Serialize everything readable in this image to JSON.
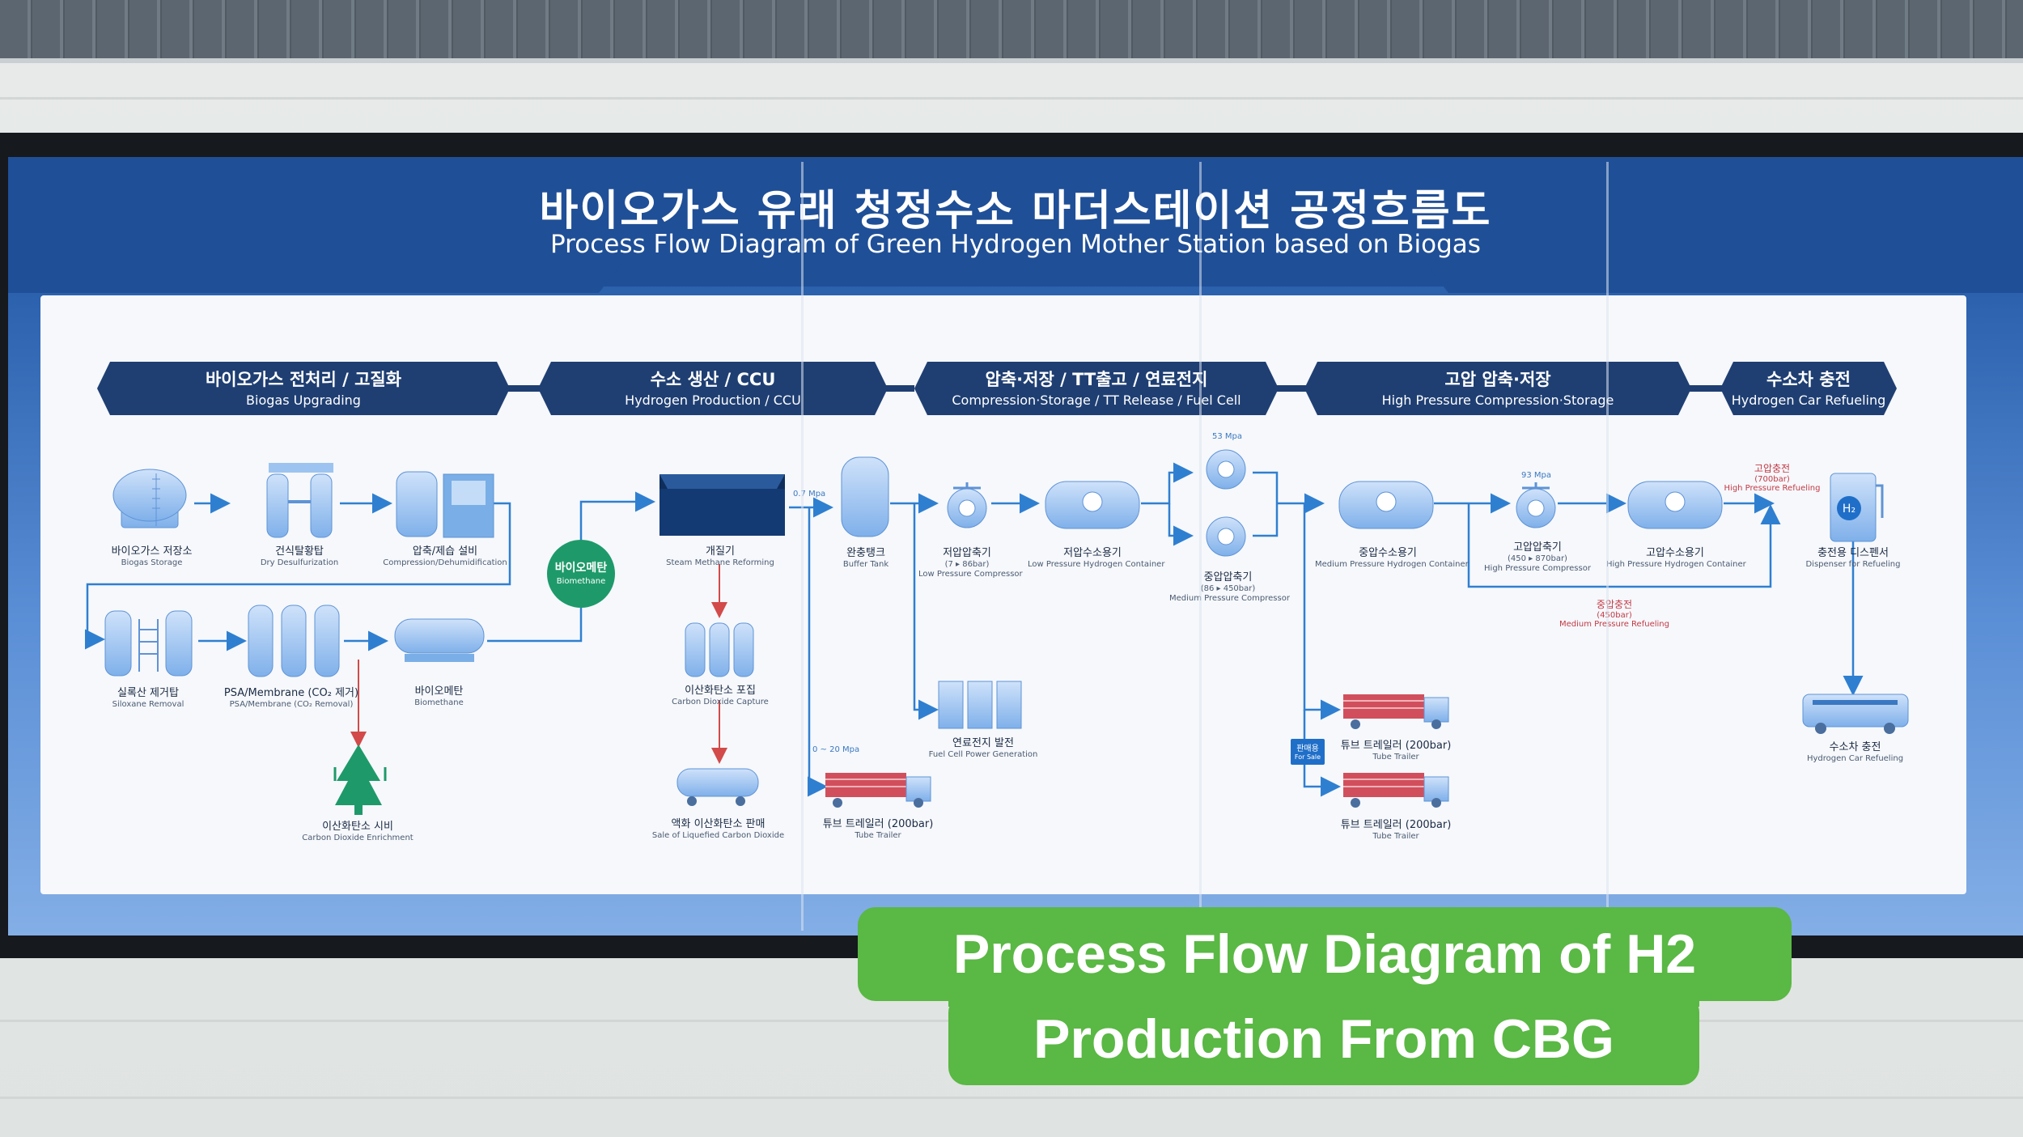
{
  "header": {
    "title_ko": "바이오가스 유래 청정수소 마더스테이션 공정흐름도",
    "title_en": "Process Flow Diagram of Green Hydrogen Mother Station based on Biogas"
  },
  "stages": [
    {
      "ko": "바이오가스 전처리 / 고질화",
      "en": "Biogas Upgrading"
    },
    {
      "ko": "수소 생산 / CCU",
      "en": "Hydrogen Production / CCU"
    },
    {
      "ko": "압축·저장 / TT출고 / 연료전지",
      "en": "Compression·Storage / TT Release / Fuel Cell"
    },
    {
      "ko": "고압 압축·저장",
      "en": "High Pressure Compression·Storage"
    },
    {
      "ko": "수소차 충전",
      "en": "Hydrogen Car Refueling"
    }
  ],
  "units": {
    "biogas_storage": {
      "ko": "바이오가스 저장소",
      "en": "Biogas Storage"
    },
    "dry_desulfurization": {
      "ko": "건식탈황탑",
      "en": "Dry Desulfurization"
    },
    "compression_dehumid": {
      "ko": "압축/제습 설비",
      "en": "Compression/Dehumidification"
    },
    "siloxane_removal": {
      "ko": "실록산 제거탑",
      "en": "Siloxane Removal"
    },
    "psa_membrane": {
      "ko": "PSA/Membrane (CO₂ 제거)",
      "en": "PSA/Membrane (CO₂ Removal)"
    },
    "biomethane": {
      "ko": "바이오메탄",
      "en": "Biomethane"
    },
    "co2_enrichment": {
      "ko": "이산화탄소 시비",
      "en": "Carbon Dioxide Enrichment"
    },
    "smr": {
      "ko": "개질기",
      "en": "Steam Methane Reforming"
    },
    "co2_capture": {
      "ko": "이산화탄소 포집",
      "en": "Carbon Dioxide Capture"
    },
    "lco2_sale": {
      "ko": "액화 이산화탄소 판매",
      "en": "Sale of Liquefied Carbon Dioxide"
    },
    "buffer_tank": {
      "ko": "완충탱크",
      "en": "Buffer Tank"
    },
    "lp_compressor": {
      "ko": "저압압축기",
      "en": "Low Pressure Compressor",
      "range": "(7 ▸ 86bar)"
    },
    "lp_container": {
      "ko": "저압수소용기",
      "en": "Low Pressure Hydrogen Container"
    },
    "fuel_cell": {
      "ko": "연료전지 발전",
      "en": "Fuel Cell Power Generation"
    },
    "tube_trailer_1": {
      "ko": "튜브 트레일러 (200bar)",
      "en": "Tube Trailer"
    },
    "mp_compressor": {
      "ko": "중압압축기",
      "en": "Medium Pressure Compressor",
      "range": "(86 ▸ 450bar)"
    },
    "mp_container": {
      "ko": "중압수소용기",
      "en": "Medium Pressure Hydrogen Container"
    },
    "tube_trailer_2": {
      "ko": "튜브 트레일러 (200bar)",
      "en": "Tube Trailer"
    },
    "tube_trailer_3": {
      "ko": "튜브 트레일러 (200bar)",
      "en": "Tube Trailer"
    },
    "hp_compressor": {
      "ko": "고압압축기",
      "en": "High Pressure Compressor",
      "range": "(450 ▸ 870bar)"
    },
    "hp_container": {
      "ko": "고압수소용기",
      "en": "High Pressure Hydrogen Container"
    },
    "dispenser": {
      "ko": "충전용 디스펜서",
      "en": "Dispenser for Refueling"
    },
    "car_refueling": {
      "ko": "수소차 충전",
      "en": "Hydrogen Car Refueling"
    }
  },
  "notes": {
    "p07": "0.7 Mpa",
    "p53": "53 Mpa",
    "p93": "93 Mpa",
    "p020": "0 ~ 20 Mpa",
    "biomethane_badge_ko": "바이오메탄",
    "biomethane_badge_en": "Biomethane",
    "for_sale_ko": "판매용",
    "for_sale_en": "For Sale",
    "hp_refuel_ko": "고압충전",
    "hp_refuel_bar": "(700bar)",
    "hp_refuel_en": "High Pressure Refueling",
    "mp_refuel_ko": "중압충전",
    "mp_refuel_bar": "(450bar)",
    "mp_refuel_en": "Medium Pressure Refueling",
    "h2": "H₂"
  },
  "caption": {
    "line1": "Process Flow Diagram of H2",
    "line2": "Production From CBG"
  },
  "colors": {
    "stage": "#1f3f73",
    "flow": "#2f7fd1",
    "co2_flow": "#d24a4a",
    "equipment": "#8fbbee",
    "caption": "#5ab844"
  }
}
